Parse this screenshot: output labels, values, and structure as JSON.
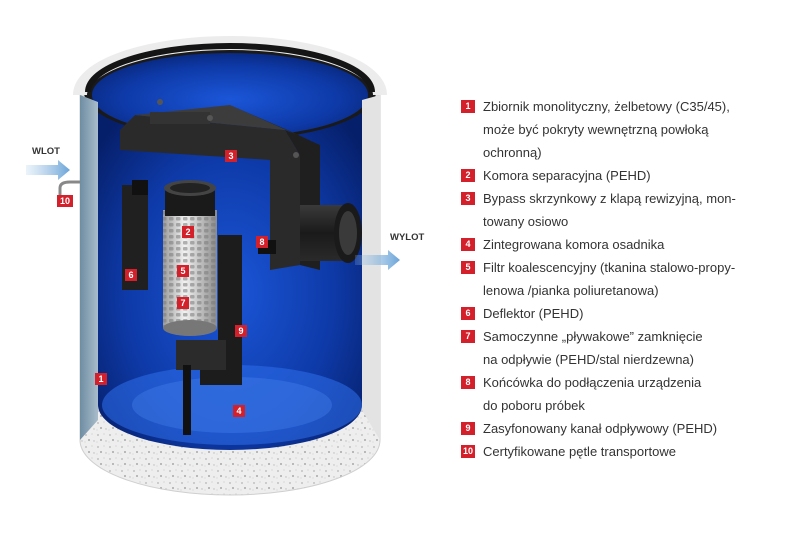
{
  "labels": {
    "inlet": "WLOT",
    "outlet": "WYLOT"
  },
  "legend": [
    {
      "num": "1",
      "lines": [
        "Zbiornik monolityczny, żelbetowy (C35/45),",
        "może być pokryty wewnętrzną powłoką",
        "ochronną)"
      ]
    },
    {
      "num": "2",
      "lines": [
        "Komora separacyjna (PEHD)"
      ]
    },
    {
      "num": "3",
      "lines": [
        "Bypass skrzynkowy z klapą rewizyjną, mon-",
        "towany osiowo"
      ]
    },
    {
      "num": "4",
      "lines": [
        "Zintegrowana komora osadnika"
      ]
    },
    {
      "num": "5",
      "lines": [
        "Filtr koalescencyjny (tkanina stalowo-propy-",
        "lenowa /pianka poliuretanowa)"
      ]
    },
    {
      "num": "6",
      "lines": [
        "Deflektor (PEHD)"
      ]
    },
    {
      "num": "7",
      "lines": [
        "Samoczynne „pływakowe” zamknięcie",
        "na odpływie (PEHD/stal nierdzewna)"
      ]
    },
    {
      "num": "8",
      "lines": [
        "Końcówka  do podłączenia urządzenia",
        "do poboru próbek"
      ]
    },
    {
      "num": "9",
      "lines": [
        "Zasyfonowany kanał odpływowy (PEHD)"
      ]
    },
    {
      "num": "10",
      "lines": [
        "Certyfikowane pętle transportowe"
      ]
    }
  ]
}
